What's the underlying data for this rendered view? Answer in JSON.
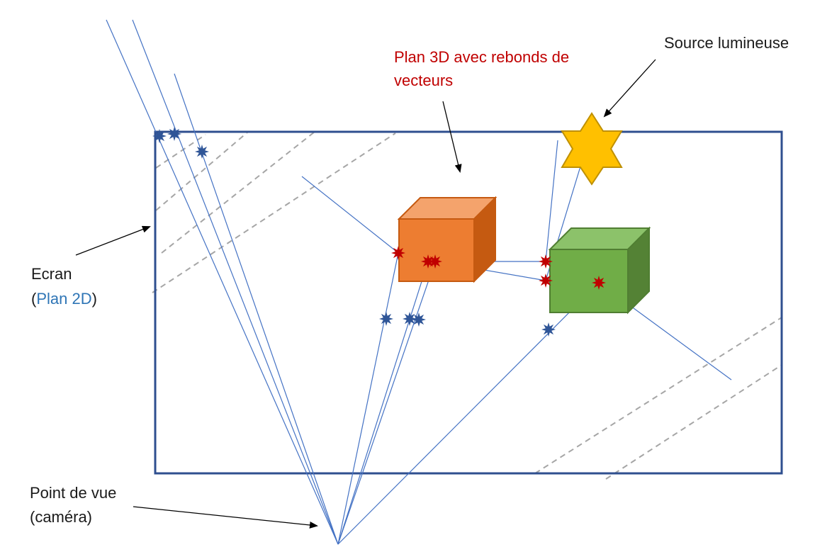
{
  "labels": {
    "plan3d_line1": "Plan 3D avec rebonds de",
    "plan3d_line2": "vecteurs",
    "source": "Source lumineuse",
    "ecran": "Ecran",
    "plan2d_open": "(",
    "plan2d": "Plan 2D",
    "plan2d_close": ")",
    "pov_line1": "Point de vue",
    "pov_line2": "(caméra)"
  },
  "colors": {
    "screen_border": "#2f4f8f",
    "ray": "#4472c4",
    "dashed": "#a6a6a6",
    "hit_blue": "#2f5597",
    "hit_red": "#c00000",
    "orange_front": "#ed7d31",
    "orange_top": "#f4a36c",
    "orange_side": "#c55a11",
    "orange_stroke": "#c55a11",
    "green_front": "#70ad47",
    "green_top": "#8cc26a",
    "green_side": "#548235",
    "green_stroke": "#507e32",
    "star_fill": "#ffc000",
    "star_stroke": "#bf9000",
    "title_red": "#c00000",
    "plan2d_blue": "#2e75b6"
  }
}
